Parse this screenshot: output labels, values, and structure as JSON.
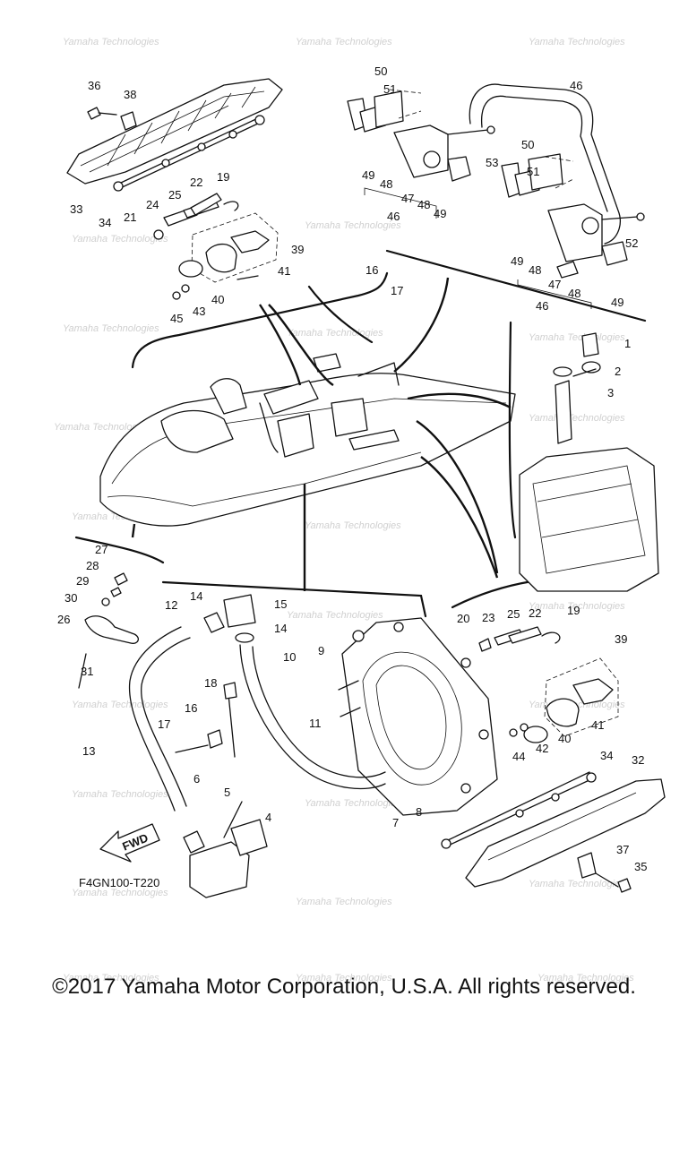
{
  "diagram": {
    "code": "F4GN100-T220",
    "fwd_label": "FWD",
    "watermark": "Yamaha Technologies",
    "copyright": "©2017 Yamaha Motor Corporation, U.S.A. All rights reserved.",
    "callouts": [
      {
        "id": "c36",
        "n": "36"
      },
      {
        "id": "c38",
        "n": "38"
      },
      {
        "id": "c33",
        "n": "33"
      },
      {
        "id": "c34a",
        "n": "34"
      },
      {
        "id": "c21a",
        "n": "21"
      },
      {
        "id": "c24",
        "n": "24"
      },
      {
        "id": "c25a",
        "n": "25"
      },
      {
        "id": "c22a",
        "n": "22"
      },
      {
        "id": "c19a",
        "n": "19"
      },
      {
        "id": "c39a",
        "n": "39"
      },
      {
        "id": "c40a",
        "n": "40"
      },
      {
        "id": "c41a",
        "n": "41"
      },
      {
        "id": "c43",
        "n": "43"
      },
      {
        "id": "c45",
        "n": "45"
      },
      {
        "id": "c50a",
        "n": "50"
      },
      {
        "id": "c51a",
        "n": "51"
      },
      {
        "id": "c53",
        "n": "53"
      },
      {
        "id": "c49a",
        "n": "49"
      },
      {
        "id": "c48a",
        "n": "48"
      },
      {
        "id": "c47a",
        "n": "47"
      },
      {
        "id": "c48b",
        "n": "48"
      },
      {
        "id": "c49b",
        "n": "49"
      },
      {
        "id": "c46a",
        "n": "46"
      },
      {
        "id": "c46b",
        "n": "46"
      },
      {
        "id": "c50b",
        "n": "50"
      },
      {
        "id": "c51b",
        "n": "51"
      },
      {
        "id": "c52",
        "n": "52"
      },
      {
        "id": "c49c",
        "n": "49"
      },
      {
        "id": "c48c",
        "n": "48"
      },
      {
        "id": "c47b",
        "n": "47"
      },
      {
        "id": "c48d",
        "n": "48"
      },
      {
        "id": "c49d",
        "n": "49"
      },
      {
        "id": "c46c",
        "n": "46"
      },
      {
        "id": "c16a",
        "n": "16"
      },
      {
        "id": "c17a",
        "n": "17"
      },
      {
        "id": "c1",
        "n": "1"
      },
      {
        "id": "c2",
        "n": "2"
      },
      {
        "id": "c3",
        "n": "3"
      },
      {
        "id": "c27",
        "n": "27"
      },
      {
        "id": "c28",
        "n": "28"
      },
      {
        "id": "c29",
        "n": "29"
      },
      {
        "id": "c30",
        "n": "30"
      },
      {
        "id": "c26",
        "n": "26"
      },
      {
        "id": "c31",
        "n": "31"
      },
      {
        "id": "c12",
        "n": "12"
      },
      {
        "id": "c14a",
        "n": "14"
      },
      {
        "id": "c15",
        "n": "15"
      },
      {
        "id": "c14b",
        "n": "14"
      },
      {
        "id": "c10",
        "n": "10"
      },
      {
        "id": "c9",
        "n": "9"
      },
      {
        "id": "c18",
        "n": "18"
      },
      {
        "id": "c16b",
        "n": "16"
      },
      {
        "id": "c17b",
        "n": "17"
      },
      {
        "id": "c13",
        "n": "13"
      },
      {
        "id": "c11",
        "n": "11"
      },
      {
        "id": "c6",
        "n": "6"
      },
      {
        "id": "c5",
        "n": "5"
      },
      {
        "id": "c4",
        "n": "4"
      },
      {
        "id": "c7",
        "n": "7"
      },
      {
        "id": "c8",
        "n": "8"
      },
      {
        "id": "c20",
        "n": "20"
      },
      {
        "id": "c23",
        "n": "23"
      },
      {
        "id": "c25b",
        "n": "25"
      },
      {
        "id": "c22b",
        "n": "22"
      },
      {
        "id": "c19b",
        "n": "19"
      },
      {
        "id": "c39b",
        "n": "39"
      },
      {
        "id": "c41b",
        "n": "41"
      },
      {
        "id": "c40b",
        "n": "40"
      },
      {
        "id": "c42",
        "n": "42"
      },
      {
        "id": "c44",
        "n": "44"
      },
      {
        "id": "c34b",
        "n": "34"
      },
      {
        "id": "c32",
        "n": "32"
      },
      {
        "id": "c37",
        "n": "37"
      },
      {
        "id": "c35",
        "n": "35"
      }
    ]
  }
}
